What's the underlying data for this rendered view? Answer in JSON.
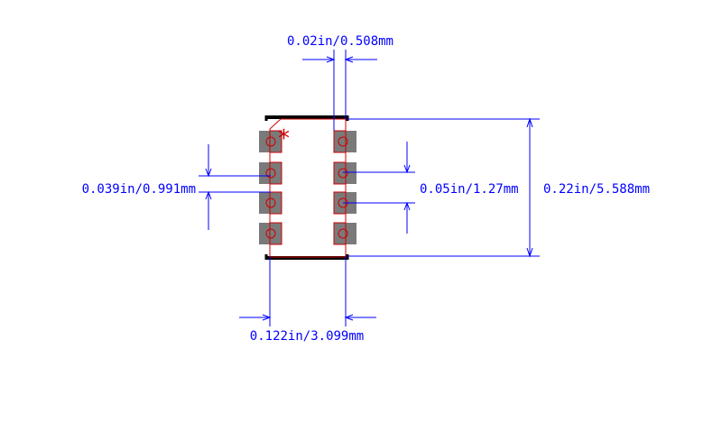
{
  "colors": {
    "background": "#ffffff",
    "dimension": "#0000ff",
    "body_outline": "#000000",
    "pad_fill": "#7a7a7a",
    "courtyard": "#cc0000",
    "pin1_marker": "#cc0000"
  },
  "dimensions": {
    "pad_width": "0.02in/0.508mm",
    "pad_height": "0.039in/0.991mm",
    "pitch": "0.05in/1.27mm",
    "overall_height": "0.22in/5.588mm",
    "row_spacing": "0.122in/3.099mm"
  },
  "marker": {
    "pin1": "*"
  },
  "pads": {
    "left_column_count": 4,
    "right_column_count": 4
  }
}
